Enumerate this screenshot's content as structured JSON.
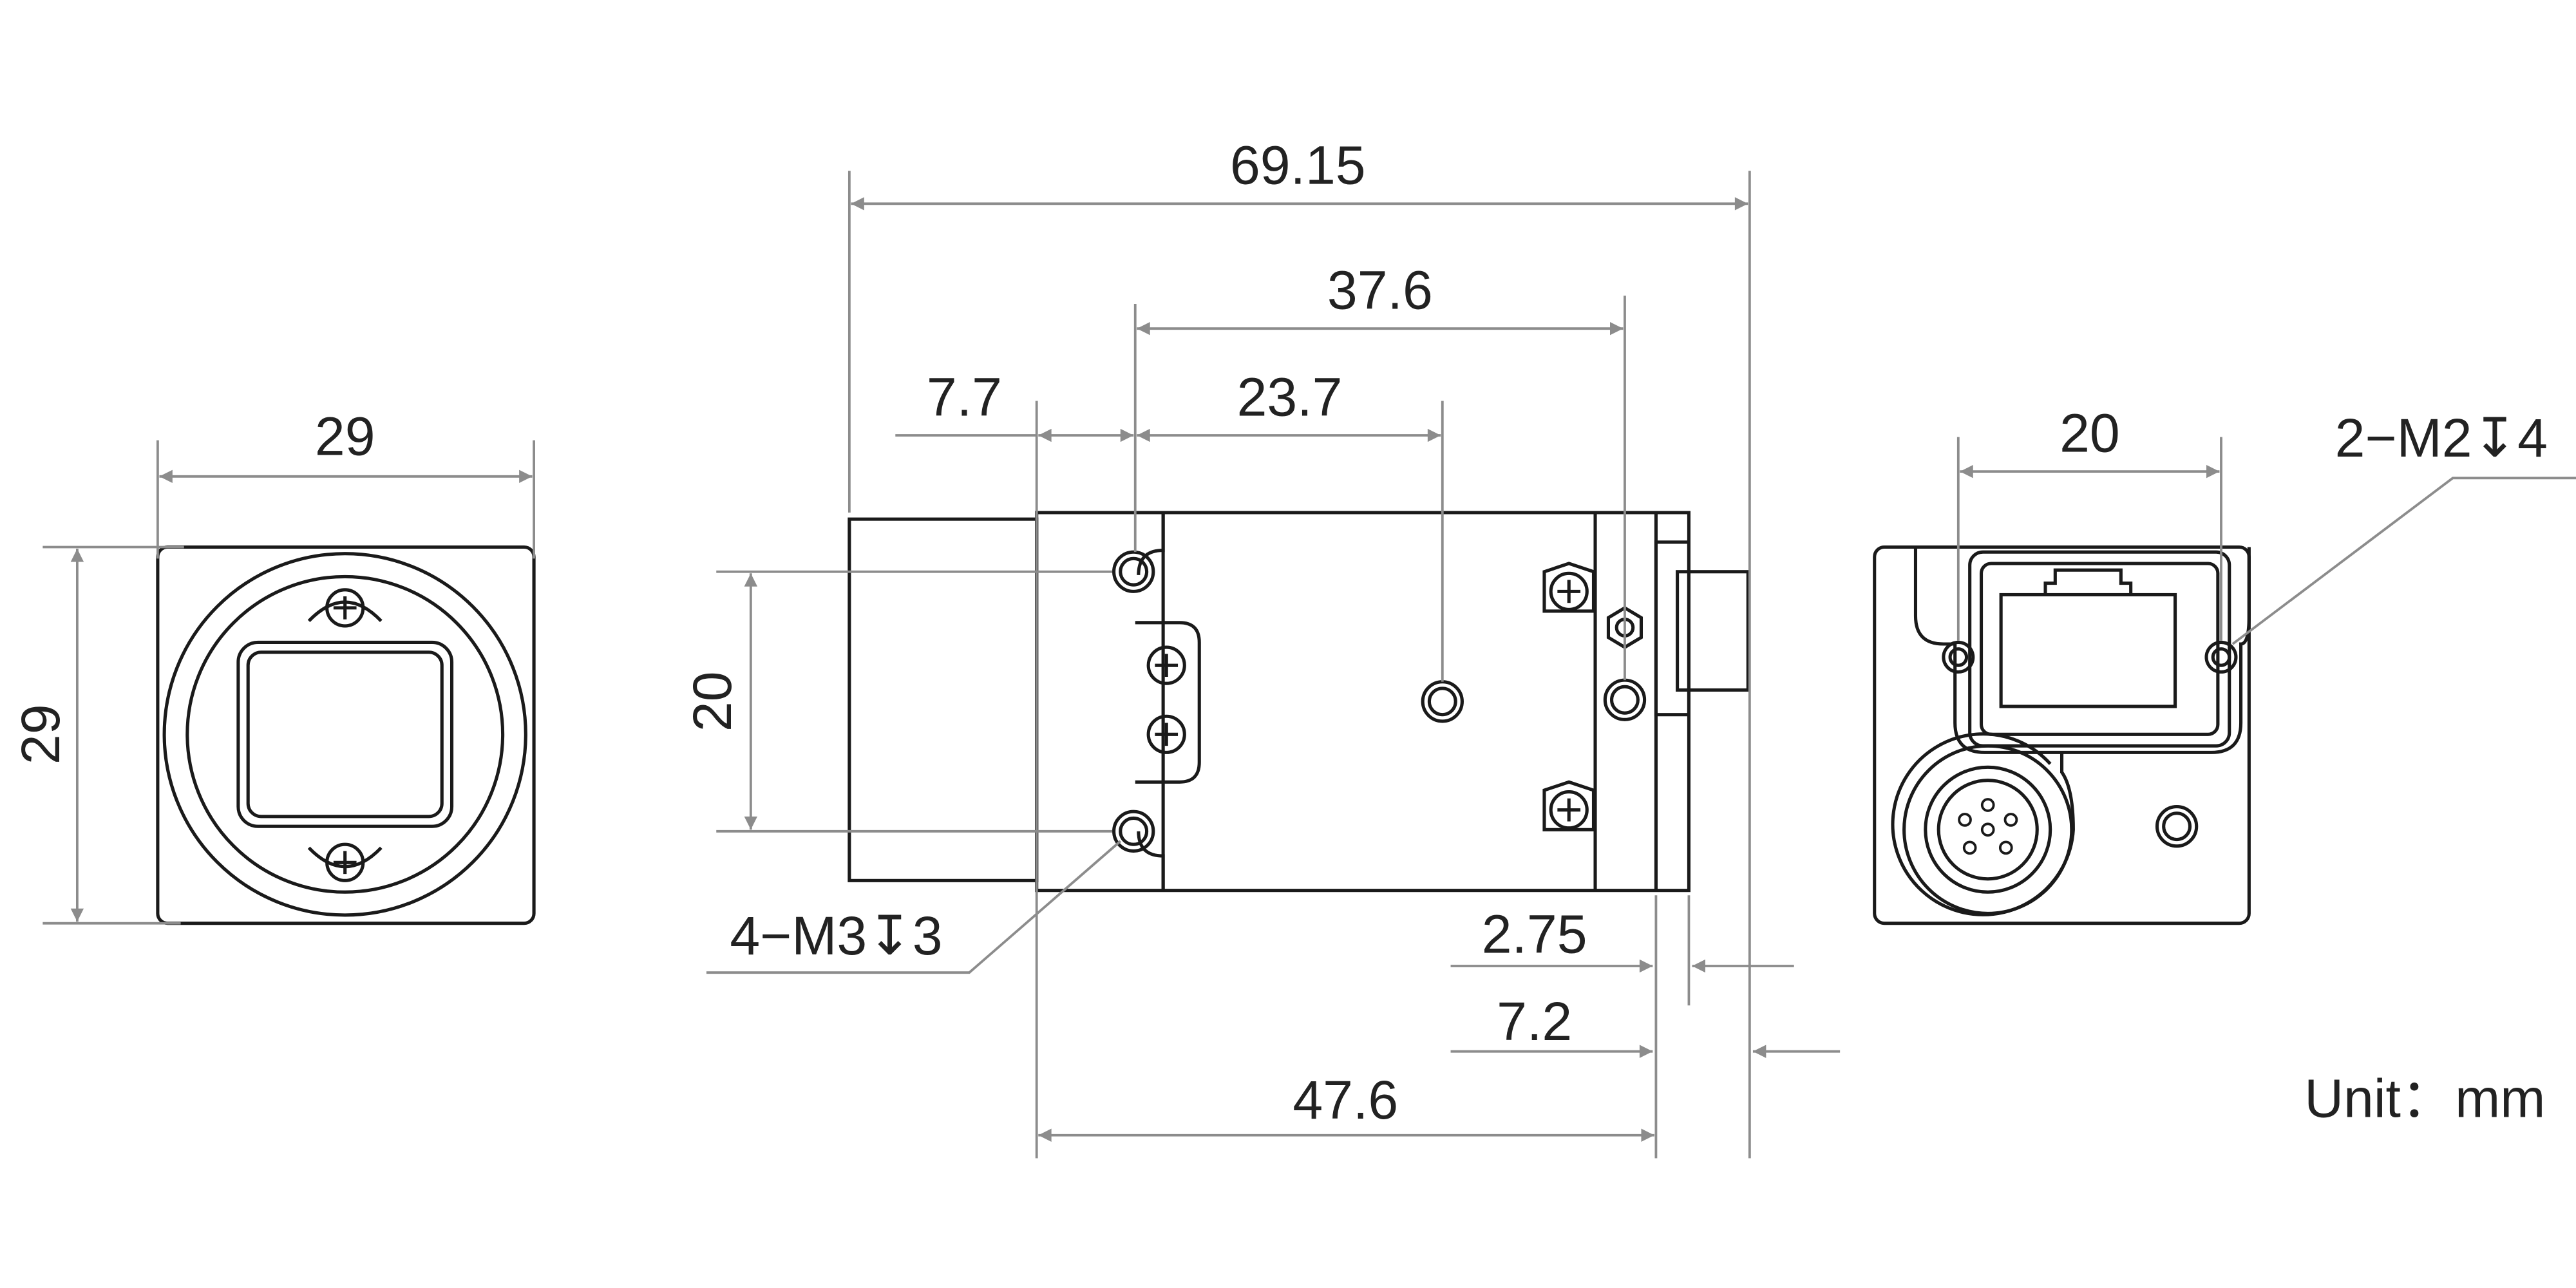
{
  "diagram": {
    "front_view": {
      "width_label": "29",
      "height_label": "29"
    },
    "side_view": {
      "overall_length_label": "69.15",
      "hole_span_label": "37.6",
      "front_offset_label": "7.7",
      "center_hole_label": "23.7",
      "hole_pitch_label": "20",
      "mount_thread_label": "4−M3↧3",
      "rear_offset_label": "2.75",
      "connector_label": "7.2",
      "body_length_label": "47.6"
    },
    "rear_view": {
      "hole_pitch_label": "20",
      "mount_thread_label": "2−M2↧4"
    },
    "unit_label": "Unit：mm"
  },
  "colors": {
    "outline": "#1a1a1a",
    "dimension": "#8c8c8c",
    "text": "#222222"
  }
}
